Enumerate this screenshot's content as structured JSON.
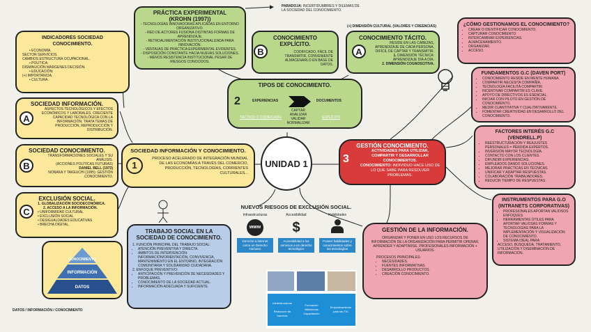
{
  "paradoja": {
    "label": "PARADOJA:",
    "text1": "INCERTIDUMBRES Y DILEMAS DE",
    "text2": "LA SOCIEDAD DEL CONOCIMIENTO."
  },
  "dimension_cultural": "(+) DIMENSIÓN CULTURAL (VALORES Y CREENCIAS)",
  "practica": {
    "title1": "PRÁCTICA EXPERIMENTAL",
    "title2": "(KROHN (1997))",
    "items": [
      "- TECNOLOGÍAS INNOVADORAS APLICADAS EN ENTORNO ORGANIZATIVO.",
      "- RED DE ACTORES FUSIONA DISTINTAS FORMAS DE APRENDIZAJE.",
      "- RETROALIMENTACIÓN INSTITUCIONALIZADA PARA INNOVACIÓN.",
      "- VENTAJAS DE PRÁCTICA EXPERIMENTAL EVIDENTES.",
      "- DISPOSICIÓN CONSTANTE HACIA NUEVAS SOLUCIONES.",
      "- MENOS RESISTENCIA INSTITUCIONAL PESAR DE RIESGOS CONOCIDOS."
    ]
  },
  "indicadores": {
    "title": "INDICADORES SOCIEDAD CONOCIMIENTO.",
    "l1": "• ECONOMÍA.",
    "l2": "SECTOR SERVICIOS.",
    "l3": "CAMBIOS ESTRUCTURA OCUPACIONAL.",
    "l4": "• POLÍTICA:",
    "l5": "DISMINUCIÓN MÁRGENES DECISIÓN.",
    "l6": "• EDUCACIÓN:",
    "l7": "(+) IMPORTANCIA.",
    "l8": "• CULTURA."
  },
  "explicito": {
    "title": "CONOCIMIENTO EXPLÍCITO.",
    "letter": "B",
    "text": "CODIFICADO, FÁCIL DE TRANSMITIR, CONVENIENTE ALMACENARLO EN BASE DE DATOS."
  },
  "tacito": {
    "title": "CONOCIMIENTO TÁCITO.",
    "letter": "A",
    "text": "RESIDE EN LAS CABEZAS, APRENDIZAJE DE CADA PERSONA, DIFÍCIL DE CAPTAR Y TRANSMITIR.",
    "d1n": "1.",
    "d1": "DIMENSIÓN TÉCNICA: APRENDIZAJE DÍA A DÍA.",
    "d2n": "2.",
    "d2": "DIMENSIÓN COGNOSCITIVA."
  },
  "como": {
    "title": "¿CÓMO GESTIONAMOS EL CONOCIMIENTO?",
    "items": [
      "CREAR O IDENTIFICAR CONOCIMIENTO.",
      "CAPTURAR CONOCIMIENTO.",
      "INTERCAMBIAR EXPERIENCIAS.",
      "ALMACENAMIENTO.",
      "ORGANIZAR.",
      "ACCESO."
    ]
  },
  "fundamentos": {
    "title": "FUNDAMENTOS G.C (DAVEN PORT)",
    "items": [
      "CONOCIMIENTO RESIDE EN MENTE HUMANA.",
      "COMPARTIR NECESITA COMPAÑÍA.",
      "TECNOLOGÍA FACILITA COMPARTIR.",
      "INCENTIVAR COMPARTIR ES CLAVE.",
      "APOYO DE DIRECTIVOS ES ESENCIAL.",
      "INICIAR CON PILOTO EN GESTIÓN DE CONOCIMIENTO.",
      "MEDIR CUANTITATIVA Y CUALITATIVAMENTE.",
      "FOMENTAR CREATIVIDAD EN DESARROLLO DEL CONOCIMIENTO."
    ]
  },
  "tipos": {
    "title": "TIPOS DE CONOCIMIENTO.",
    "num": "2",
    "left": "EXPERIENCIAS",
    "right": "DOCUMENTOS",
    "link_left": "TÁCTICO  O  CODIFICADO",
    "link_right": "EXPLÍCITO",
    "mid": [
      "CAPTAR",
      "ANALIZAR",
      "VALIDAR",
      "NORMALIZAR"
    ]
  },
  "informacion": {
    "title": "SOCIEDAD INFORMACIÓN.",
    "letter": "A",
    "text": "ASPECTOS TECNOLÓGICOS Y EFECTOS ECONÓMICOS Y LABORALES. CRECIENTE CAPACIDAD TECNOLÓGICA CON LA INFORMACIÓN. TRATA TEMAS DE PRODUCCIÓN, REPRODUCCIÓN Y DISTRIBUCIÓN."
  },
  "sconocimiento": {
    "title": "SOCIEDAD CONOCIMIENTO.",
    "letter": "B",
    "text1": "TRANSFORMACIONES SOCIALES Y SU ANÁLISIS.",
    "text2": "(ACCIONES POLÍTICAS FUTURAS)",
    "text3": "DANIEL BELL (1973)",
    "text4": "NONAKA Y TAKEUCHI (1995): GESTIÓN CONOCIMIENTO."
  },
  "exclusion": {
    "title": "EXCLUSIÓN SOCIAL.",
    "letter": "C",
    "items": [
      "GLOBALIZACIÓN SOCIOECONÓMICA.",
      "ACCESO A LA INFORMACIÓN.",
      "UNIFORMIDAD CULTURAL",
      "EXCLUSIÓN SOCIAL",
      "DESIGUALDADES EDUCATIVAS",
      "BRECHA DIGITAL."
    ],
    "nums": [
      "1.",
      "2."
    ]
  },
  "central": {
    "title": "SOCIEDAD INFORMACIÓN Y CONOCIMIENTO.",
    "num": "1",
    "text": "PROCESO ACELERADO DE INTEGRACIÓN MUNDIAL DE LAS ECONOMÍAS A TRAVÉS DEL COMERCIO, PRODUCCIÓN, TECNOLOGÍAS, CORRIENTES CULTURALES..."
  },
  "unidad": "UNIDAD 1",
  "gestion": {
    "title": "GESTIÓN CONOCIMIENTO.",
    "num": "3",
    "a": "ACTIVIDADES PARA UTILIZAR, COMPARTIR Y DESARROLLAR CONOCIMIENTOS.",
    "b_label": "CONOCIMIENTO:",
    "b": "INDIVIDUO HACE USO DE LO QUE SABE PARA RESOLVER PROBLEMAS."
  },
  "factores": {
    "title": "FACTORES INTERÉS G.C (VENDRELL.P)",
    "items": [
      "REESTRUCTURACIÓN Y REAJUSTES PERSONALES = PÉRDIDA EXPERTOS.",
      "INVERSIÓN MAYOR TECNOLOGÍA.",
      "CONTACTO CON LOS CLIENTES.",
      "DIFUNDIR EXPERIENCIAS.",
      "EMPLEADOS DANDO SOLUCIONES.",
      "MEJORAR PRÁCTICAS EN TÉCNICAS.",
      "UNIFICAR Y ADAPTAR RESPUESTAS.",
      "COLABORACIÓN TRABAJADORES.",
      "REDUCIR TIEMPO DE RESPUESTAS."
    ]
  },
  "instrumentos": {
    "title1": "INSTRUMENTOS PARA G.O",
    "title2": "(INTRANETS CORPORATIVAS)",
    "items": [
      "PROFESIONALES APORTAN VALIOSOS ENFOQUES.",
      "HERRAMIENTAS ÚTILES PARA APORTAR VALIOSAS FORMAS Y TECNOLOGÍAS PARA LA IMPLEMENTACIÓN Y VISUALIZACIÓN DE CONOCIMIENTO.",
      "SISTEMA IDEAL PARA:"
    ],
    "tail": "ACCESO, BÚSQUEDA, TRATAMIENTO, UTILIZACIÓN Y DISEMINACIÓN DE INFORMACIÓN."
  },
  "riesgos": {
    "title": "NUEVOS RIESGOS DE EXCLUSIÓN SOCIAL.",
    "cols": [
      {
        "head": "Infraestructuras",
        "caption": "Derecho a internet como un Derecho Humano"
      },
      {
        "head": "Accesibilidad",
        "caption": "Accesibilidad a los servicios a un derecho tecnológico"
      },
      {
        "head": "Habilidades",
        "caption": "Poseer habilidades y conocimientos sobre las tecnologías"
      }
    ]
  },
  "trabajo": {
    "title1": "TRABAJO SOCIAL  EN LA",
    "title2": "SOCIEDAD DE CONOCIMIENTO.",
    "h1": "1. FUNCIÓN PRINCIPAL DEL TRABAJO SOCIAL:",
    "l1": [
      "ATENCIÓN PREVENTIVA Y DIRECTA.",
      "ÁMBITOS DE INTERVENCIÓN: INFORMACIÓN/ORIENTACIÓN, CONVIVENCIA, MANTENIMIENTO EN EL ENTORNO, INTEGRACIÓN COMUNITARIA Y SOLIDARIDAD CIUDADANA."
    ],
    "h2": "2. ENFOQUE PREVENTIVO:",
    "l2": [
      "ANTICIPACIÓN Y PREVENCIÓN DE NECESIDADES Y PROBLEMAS.",
      "CONOCIMIENTO DE LA SOCIEDAD ACTUAL.",
      "INFORMACIÓN ADECUADA Y SUFICIENTE."
    ]
  },
  "ginfo": {
    "title": "GESTIÓN DE LA INFORMACIÓN.",
    "text": "ORGANIZAR Y PONER EN USO LOS RECURSOS DE INFORMACIÓN DE LA ORGANIZACIÓN PARA PERMITIR OPERAR, APRENDER Y ADAPTARSE. PROFESIONALES INFORMACIÓN + USUARIOS.",
    "h": "PROCESOS PRINCIPALES:",
    "items": [
      "NECESIDADES.",
      "FUENTES INFORMATIVAS.",
      "DESARROLLO PRODUCTOS.",
      "CREACIÓN CONOCIMIENTO."
    ]
  },
  "pyramid": {
    "levels": [
      "CONOCIMIENTO",
      "INFORMACIÓN",
      "DATOS"
    ],
    "caption": "DATOS / INFORMACIÓN / CONOCIMIENTO"
  },
  "photo": {
    "labels": [
      "Infraestructuras",
      "Formación Bibliotecas Capacitación",
      "Empoderamiento para las TIC"
    ],
    "sub": "Reducción de barreras"
  },
  "colors": {
    "yellow": "#fce89a",
    "green": "#b9d88b",
    "pink": "#f0a6b2",
    "blue": "#b7cde8",
    "red": "#d93a3a",
    "dark_green": "#4c8a2f"
  }
}
